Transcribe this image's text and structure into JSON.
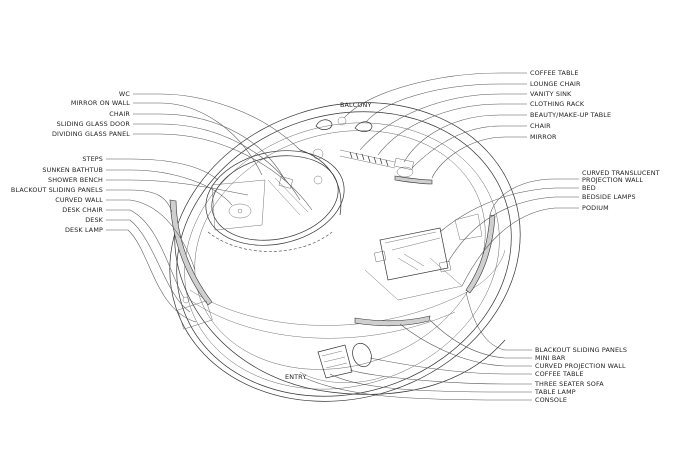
{
  "rooms": {
    "balcony": "BALCONY",
    "entry": "ENTRY"
  },
  "labels_left": [
    "WC",
    "MIRROR ON WALL",
    "CHAIR",
    "SLIDING GLASS DOOR",
    "DIVIDING GLASS PANEL",
    "STEPS",
    "SUNKEN BATHTUB",
    "SHOWER BENCH",
    "BLACKOUT SLIDING PANELS",
    "CURVED WALL",
    "DESK CHAIR",
    "DESK",
    "DESK LAMP"
  ],
  "labels_right_top": [
    "COFFEE TABLE",
    "LOUNGE CHAIR",
    "VANITY SINK",
    "CLOTHING RACK",
    "BEAUTY/MAKE-UP TABLE",
    "CHAIR",
    "MIRROR",
    "CURVED TRANSLUCENT",
    "PROJECTION WALL",
    "BED",
    "BEDSIDE LAMPS",
    "PODIUM"
  ],
  "labels_right_bottom": [
    "BLACKOUT SLIDING PANELS",
    "MINI BAR",
    "CURVED PROJECTION WALL",
    "COFFEE TABLE",
    "THREE SEATER SOFA",
    "TABLE LAMP",
    "CONSOLE"
  ],
  "colors": {
    "line": "#333333",
    "leader": "#555555",
    "background": "#ffffff",
    "wall_fill": "#cfcfcf"
  }
}
